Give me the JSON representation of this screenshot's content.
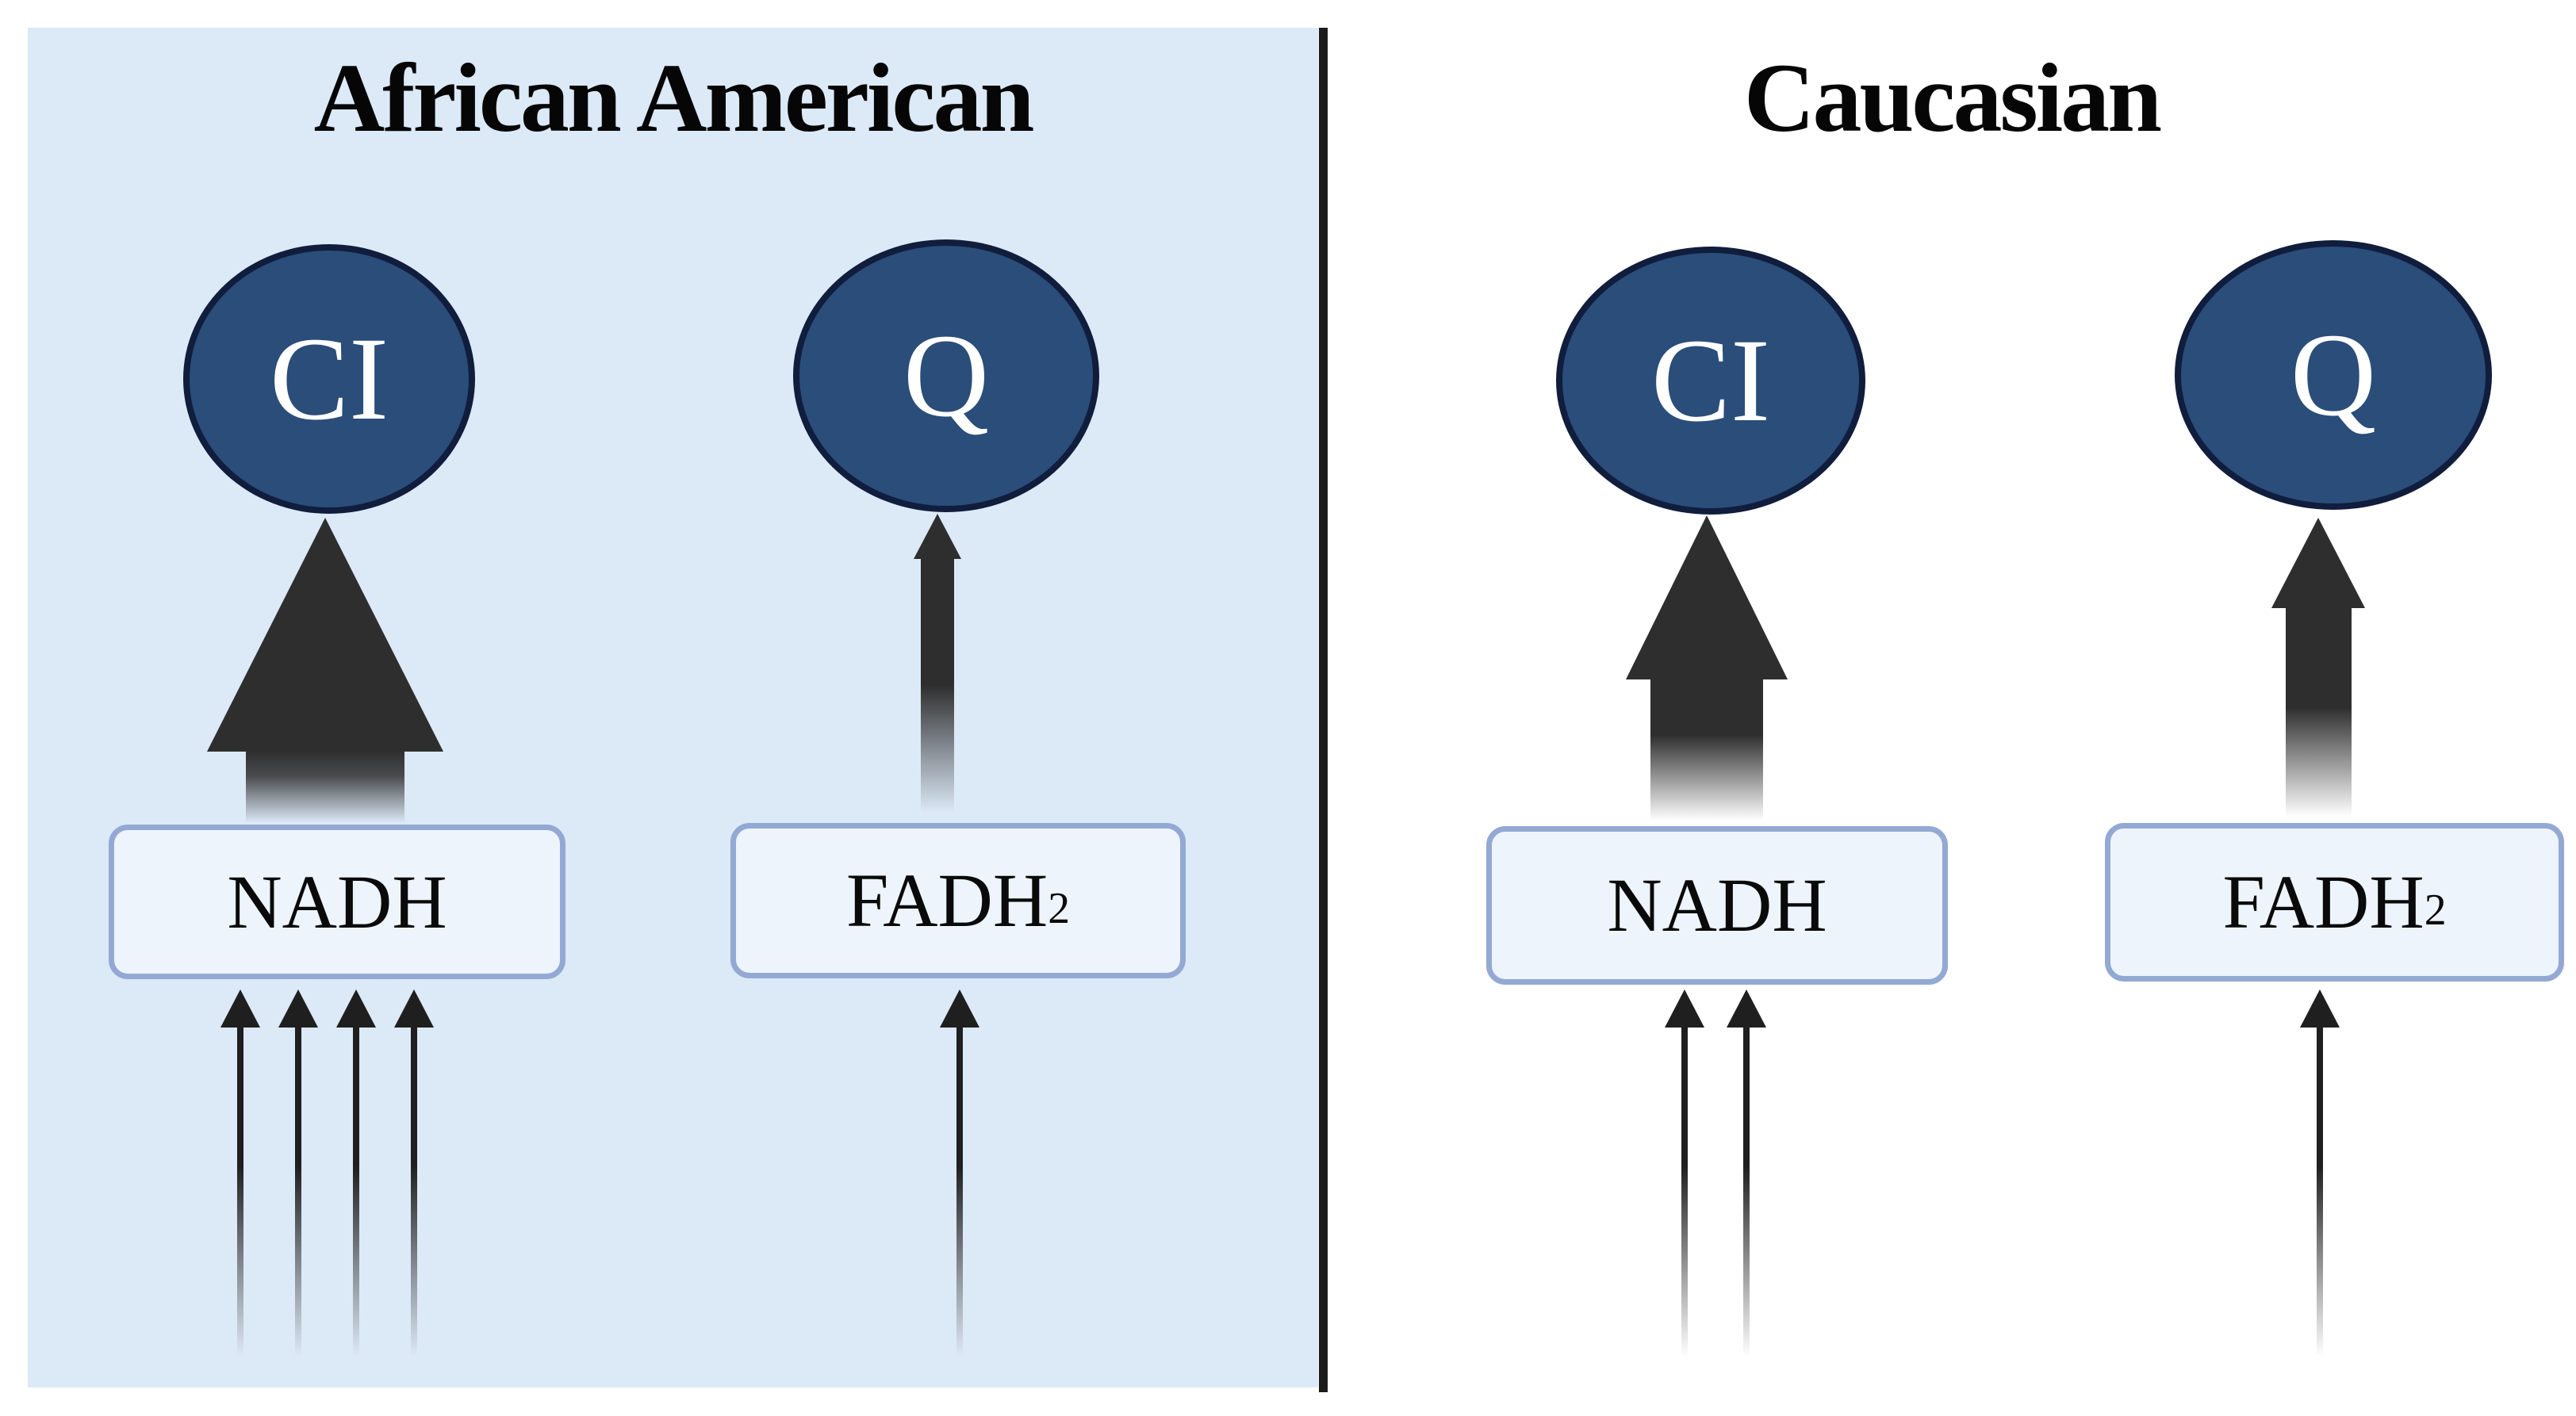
{
  "colors": {
    "panel_bg": "#dce9f7",
    "divider": "#1b1b1b",
    "title_text": "#060606",
    "node_fill": "#2a4d7a",
    "node_border": "#101d3c",
    "node_text": "#ffffff",
    "box_fill": "#edf4fc",
    "box_border": "#93a9d4",
    "box_text": "#0a0a0a",
    "arrow": "#2e2e2e",
    "arrow_dark": "#1f1f1f"
  },
  "panels": [
    {
      "id": "african-american",
      "title": "African American",
      "highlighted": true,
      "nodes": [
        {
          "id": "ci",
          "label": "CI"
        },
        {
          "id": "q",
          "label": "Q"
        }
      ],
      "boxes": [
        {
          "id": "nadh",
          "label": "NADH",
          "subscript": "",
          "input_count": 4
        },
        {
          "id": "fadh2",
          "label": "FADH",
          "subscript": "2",
          "input_count": 1
        }
      ],
      "flows": [
        {
          "from": "NADH",
          "to": "CI",
          "weight": "very-thick"
        },
        {
          "from": "FADH2",
          "to": "Q",
          "weight": "thin"
        }
      ]
    },
    {
      "id": "caucasian",
      "title": "Caucasian",
      "highlighted": false,
      "nodes": [
        {
          "id": "ci",
          "label": "CI"
        },
        {
          "id": "q",
          "label": "Q"
        }
      ],
      "boxes": [
        {
          "id": "nadh",
          "label": "NADH",
          "subscript": "",
          "input_count": 2
        },
        {
          "id": "fadh2",
          "label": "FADH",
          "subscript": "2",
          "input_count": 1
        }
      ],
      "flows": [
        {
          "from": "NADH",
          "to": "CI",
          "weight": "thick"
        },
        {
          "from": "FADH2",
          "to": "Q",
          "weight": "medium"
        }
      ]
    }
  ]
}
